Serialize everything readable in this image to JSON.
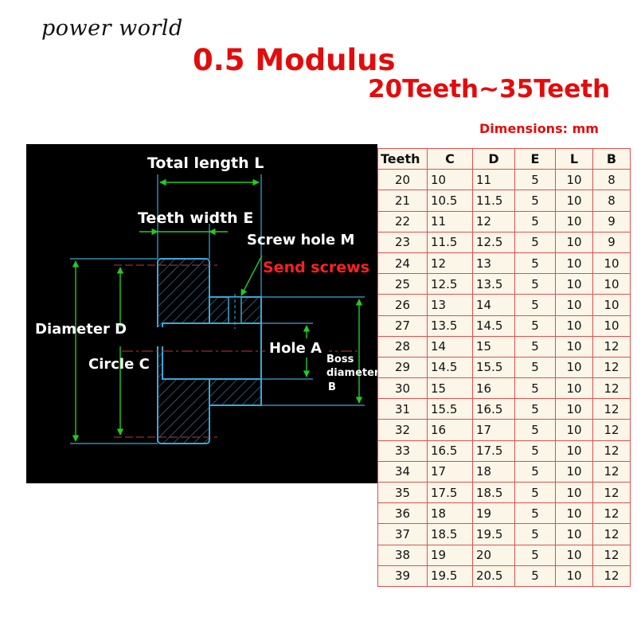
{
  "brand": "power world",
  "title": "0.5 Modulus",
  "subtitle": "20Teeth~35Teeth",
  "units": "Dimensions: mm",
  "diagram": {
    "total_length": "Total length L",
    "teeth_width": "Teeth width E",
    "screw_hole": "Screw hole M",
    "send_screws": "Send screws",
    "diameter": "Diameter D",
    "circle": "Circle C",
    "hole": "Hole A",
    "boss_1": "Boss",
    "boss_2": "diameter",
    "boss_3": "B",
    "colors": {
      "line": "#3aa8d8",
      "marker": "#22cc22",
      "red_label": "#ff2020",
      "panel": "#000000"
    }
  },
  "table": {
    "headers": [
      "Teeth",
      "C",
      "D",
      "E",
      "L",
      "B"
    ],
    "rows": [
      [
        "20",
        "10",
        "11",
        "5",
        "10",
        "8"
      ],
      [
        "21",
        "10.5",
        "11.5",
        "5",
        "10",
        "8"
      ],
      [
        "22",
        "11",
        "12",
        "5",
        "10",
        "9"
      ],
      [
        "23",
        "11.5",
        "12.5",
        "5",
        "10",
        "9"
      ],
      [
        "24",
        "12",
        "13",
        "5",
        "10",
        "10"
      ],
      [
        "25",
        "12.5",
        "13.5",
        "5",
        "10",
        "10"
      ],
      [
        "26",
        "13",
        "14",
        "5",
        "10",
        "10"
      ],
      [
        "27",
        "13.5",
        "14.5",
        "5",
        "10",
        "10"
      ],
      [
        "28",
        "14",
        "15",
        "5",
        "10",
        "12"
      ],
      [
        "29",
        "14.5",
        "15.5",
        "5",
        "10",
        "12"
      ],
      [
        "30",
        "15",
        "16",
        "5",
        "10",
        "12"
      ],
      [
        "31",
        "15.5",
        "16.5",
        "5",
        "10",
        "12"
      ],
      [
        "32",
        "16",
        "17",
        "5",
        "10",
        "12"
      ],
      [
        "33",
        "16.5",
        "17.5",
        "5",
        "10",
        "12"
      ],
      [
        "34",
        "17",
        "18",
        "5",
        "10",
        "12"
      ],
      [
        "35",
        "17.5",
        "18.5",
        "5",
        "10",
        "12"
      ],
      [
        "36",
        "18",
        "19",
        "5",
        "10",
        "12"
      ],
      [
        "37",
        "18.5",
        "19.5",
        "5",
        "10",
        "12"
      ],
      [
        "38",
        "19",
        "20",
        "5",
        "10",
        "12"
      ],
      [
        "39",
        "19.5",
        "20.5",
        "5",
        "10",
        "12"
      ]
    ]
  }
}
